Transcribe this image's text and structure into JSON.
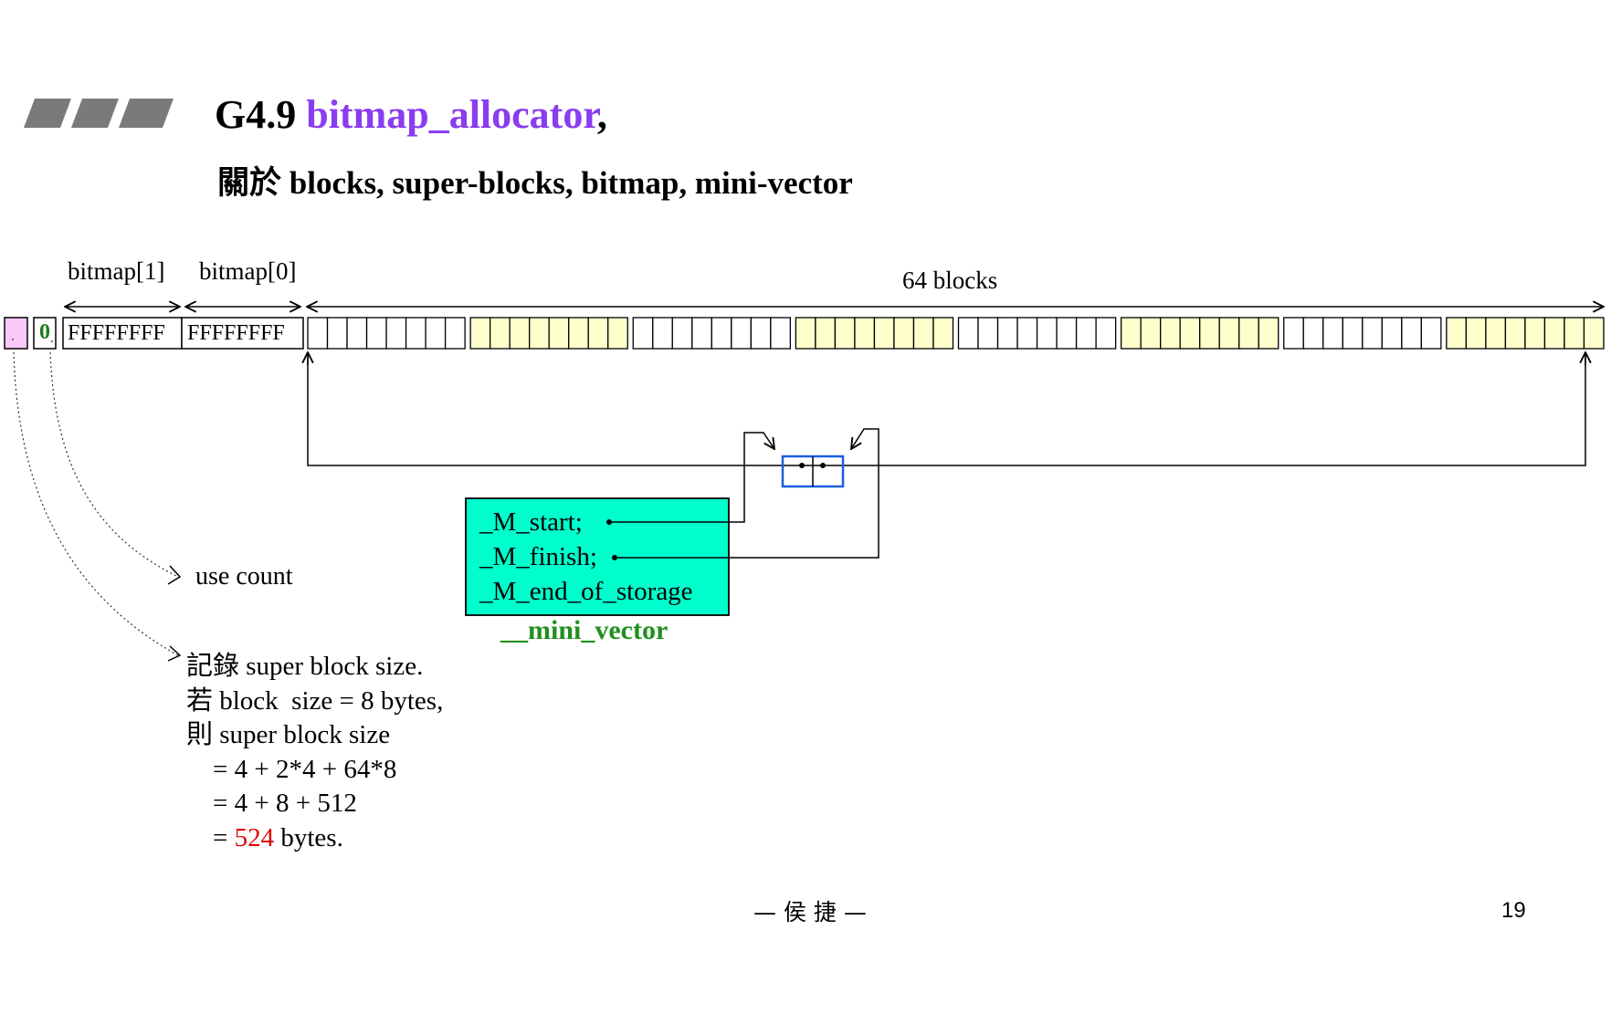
{
  "header": {
    "title_prefix": "G4.9 ",
    "title_accent": "bitmap_allocator",
    "title_suffix": ",",
    "subtitle": "關於 blocks, super-blocks, bitmap, mini-vector"
  },
  "diagram": {
    "bitmap1_label": "bitmap[1]",
    "bitmap0_label": "bitmap[0]",
    "blocks_label": "64 blocks",
    "count_value": "0",
    "bitmap1_value": "FFFFFFFF",
    "bitmap0_value": "FFFFFFFF",
    "block_count": 64,
    "group_size": 8,
    "group_colors": [
      "#ffffff",
      "#ffffcc"
    ],
    "use_count_label": "use count",
    "size_marker_color": "#f8c8f8",
    "mini_vector": {
      "fields": [
        "_M_start;",
        "_M_finish;",
        "_M_end_of_storage"
      ],
      "caption": "__mini_vector",
      "fill_color": "#00ffcc",
      "pointer_box_color": "#1a5fe0"
    }
  },
  "note": {
    "line1": "記錄 super block size.",
    "line2": "若 block  size = 8 bytes,",
    "line3": "則 super block size",
    "line4": "    = 4 + 2*4 + 64*8",
    "line5": "    = 4 + 8 + 512",
    "line6_prefix": "    = ",
    "line6_value": "524",
    "line6_suffix": " bytes."
  },
  "footer": {
    "author": "— 侯 捷 —",
    "page_number": "19"
  }
}
